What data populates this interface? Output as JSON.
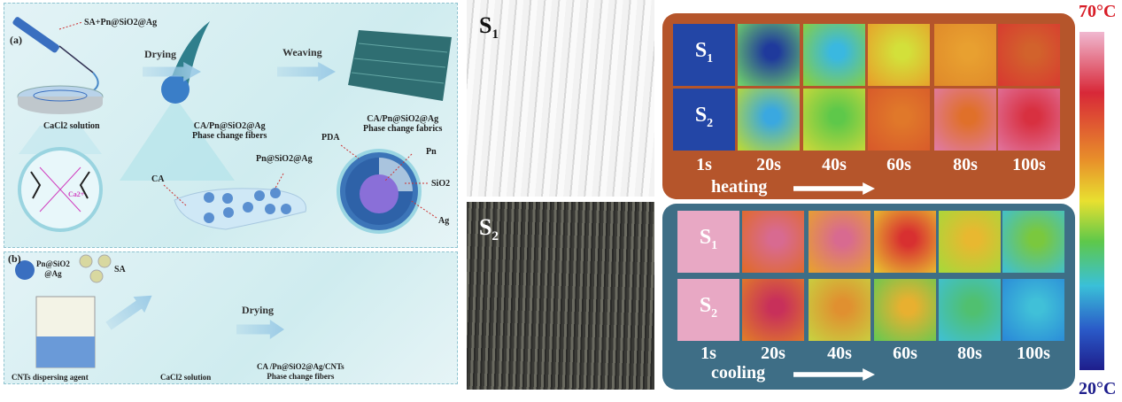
{
  "panel_a": {
    "tag": "(a)",
    "syringe_label": "SA+Pn@SiO2@Ag",
    "step1": "Drying",
    "step2": "Weaving",
    "bath_label": "CaCl2 solution",
    "ion_label": "Ca2+",
    "fiber_label": [
      "CA/Pn@SiO2@Ag",
      "Phase change fibers"
    ],
    "fabric_label": [
      "CA/Pn@SiO2@Ag",
      "Phase change fabrics"
    ],
    "ca_label": "CA",
    "particle_label": "Pn@SiO2@Ag",
    "shell_labels": {
      "pda": "PDA",
      "pn": "Pn",
      "sio2": "SiO2",
      "ag": "Ag"
    }
  },
  "panel_b": {
    "tag": "(b)",
    "particle_label": [
      "Pn@SiO2",
      "@Ag"
    ],
    "sa_label": "SA",
    "beaker_label": "CNTs dispersing agent",
    "bath_label": "CaCl2 solution",
    "step": "Drying",
    "fiber_label": [
      "CA /Pn@SiO2@Ag/CNTs",
      "Phase change fibers"
    ]
  },
  "photos": [
    {
      "name": "S",
      "sub": "1"
    },
    {
      "name": "S",
      "sub": "2"
    }
  ],
  "thermal": {
    "times": [
      "1s",
      "20s",
      "40s",
      "60s",
      "80s",
      "100s"
    ],
    "heating": {
      "label": "heating",
      "bg": "#b5552b",
      "rows": [
        {
          "name": "S",
          "sub": "1",
          "tiles": [
            [
              "#2346a6",
              "#2346a6"
            ],
            [
              "#1f3a9c",
              "#6fcf6a"
            ],
            [
              "#3ab8e0",
              "#8ad03c"
            ],
            [
              "#d3e03a",
              "#e7a02a"
            ],
            [
              "#e8a030",
              "#e08a2a"
            ],
            [
              "#d2622c",
              "#d83a30"
            ]
          ]
        },
        {
          "name": "S",
          "sub": "2",
          "tiles": [
            [
              "#2346a6",
              "#2346a6"
            ],
            [
              "#3aa8e0",
              "#b8d83a"
            ],
            [
              "#5ec84a",
              "#c9d83a"
            ],
            [
              "#e0782a",
              "#d85a2a"
            ],
            [
              "#e0702a",
              "#e07aa0"
            ],
            [
              "#d83040",
              "#e07098"
            ]
          ]
        }
      ]
    },
    "cooling": {
      "label": "cooling",
      "bg": "#3e6e86",
      "rows": [
        {
          "name": "S",
          "sub": "1",
          "tiles": [
            [
              "#e8a8c4",
              "#e8a8c4"
            ],
            [
              "#d86a90",
              "#e06a2a"
            ],
            [
              "#d86a90",
              "#e8a030"
            ],
            [
              "#d83030",
              "#e8c030"
            ],
            [
              "#e8b830",
              "#a8d83a"
            ],
            [
              "#7ac83e",
              "#40c0d0"
            ]
          ]
        },
        {
          "name": "S",
          "sub": "2",
          "tiles": [
            [
              "#e8a8c4",
              "#e8a8c4"
            ],
            [
              "#c8305a",
              "#e07a2a"
            ],
            [
              "#e09030",
              "#c8d040"
            ],
            [
              "#e8b030",
              "#6ac850"
            ],
            [
              "#50c070",
              "#40c0d0"
            ],
            [
              "#40c0d8",
              "#2a8ad8"
            ]
          ]
        }
      ]
    }
  },
  "colorbar": {
    "max_label": "70°C",
    "min_label": "20°C",
    "max_color": "#d81e28",
    "min_color": "#1e1e8c"
  }
}
